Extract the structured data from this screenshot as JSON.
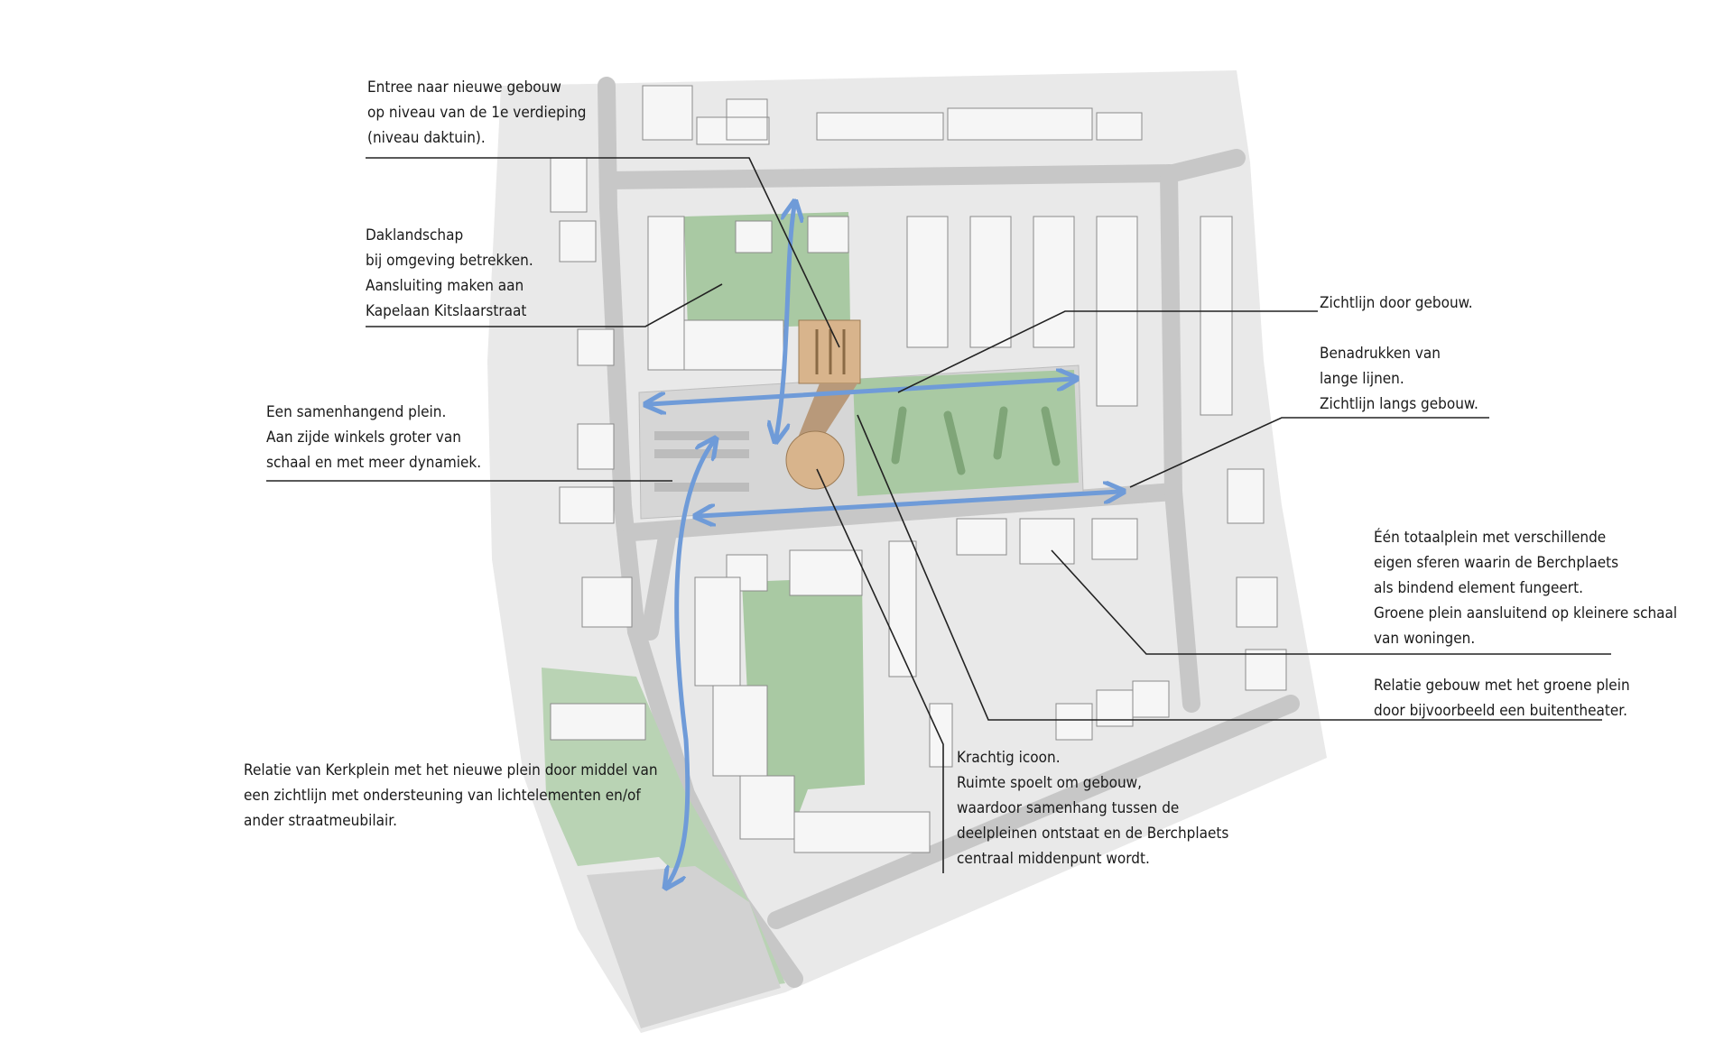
{
  "colors": {
    "background": "#ffffff",
    "base": "#e9e9e9",
    "road": "#c7c7c7",
    "block": "#f4f4f4",
    "block_shadow": "#9c9c9c",
    "green": "#a9c9a3",
    "plaza": "#d6d6d6",
    "arrow": "#6f9bd8",
    "tower": "#d8b48c",
    "leader": "#222222"
  },
  "icons": [
    "sightline-arrow",
    "building-block",
    "tower-icon",
    "green-square"
  ],
  "annotations": {
    "entree": [
      "Entree naar nieuwe gebouw",
      "op niveau van de 1e verdieping",
      "(niveau daktuin)."
    ],
    "daklandschap": [
      "Daklandschap",
      "bij omgeving betrekken.",
      "Aansluiting maken aan",
      "Kapelaan Kitslaarstraat"
    ],
    "plein": [
      "Een samenhangend plein.",
      "Aan zijde winkels groter van",
      "schaal en met meer dynamiek."
    ],
    "kerkplein": [
      "Relatie van Kerkplein met het nieuwe plein door middel van",
      "een zichtlijn met ondersteuning van lichtelementen en/of",
      "ander straatmeubilair."
    ],
    "zichtlijn_door": [
      "Zichtlijn door gebouw."
    ],
    "benadrukken": [
      "Benadrukken van",
      "lange lijnen.",
      "Zichtlijn langs gebouw."
    ],
    "totaalplein": [
      "Één totaalplein met verschillende",
      "eigen sferen waarin de Berchplaets",
      "als bindend element fungeert.",
      "Groene plein aansluitend op kleinere schaal",
      "van woningen."
    ],
    "relatie_gebouw": [
      "Relatie gebouw met het groene plein",
      "door bijvoorbeeld een buitentheater."
    ],
    "krachtig": [
      "Krachtig icoon.",
      "Ruimte spoelt om gebouw,",
      "waardoor samenhang tussen de",
      "deelpleinen ontstaat en de Berchplaets",
      "centraal middenpunt wordt."
    ]
  }
}
